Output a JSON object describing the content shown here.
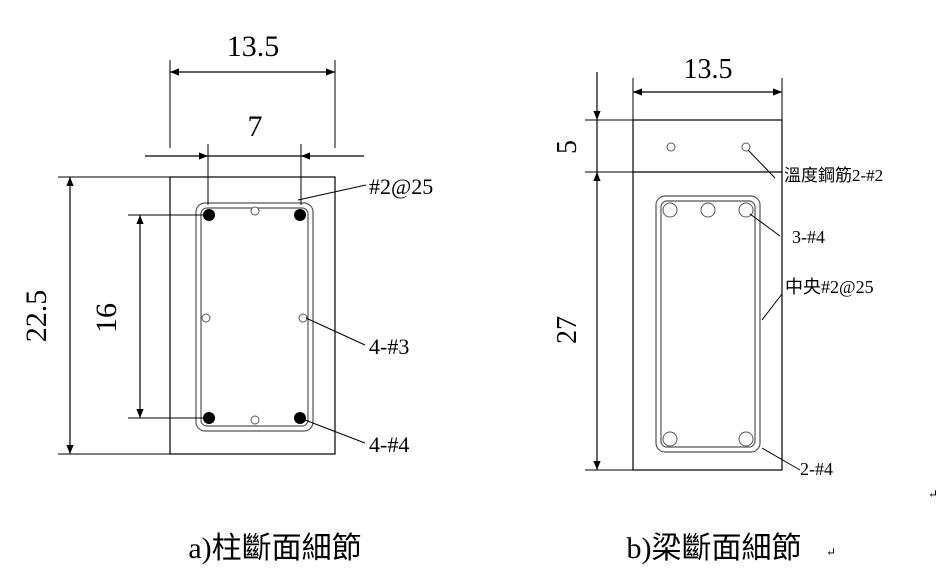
{
  "column": {
    "width_outer": "13.5",
    "width_inner": "7",
    "height_outer": "22.5",
    "height_inner": "16",
    "stirrup_label": "#2@25",
    "side_bars_label": "4-#3",
    "corner_bars_label": "4-#4",
    "caption": "a)柱斷面細節"
  },
  "beam": {
    "width": "13.5",
    "top_depth": "5",
    "main_depth": "27",
    "temp_bars_label": "溫度鋼筋2-#2",
    "top_bars_label": "3-#4",
    "stirrup_label": "中央#2@25",
    "bottom_bars_label": "2-#4",
    "caption": "b)梁斷面細節"
  },
  "marks": {
    "paragraph_mark_1": "↵",
    "paragraph_mark_2": "↵"
  },
  "colors": {
    "line": "#000000",
    "rebar_outline": "#555555"
  }
}
